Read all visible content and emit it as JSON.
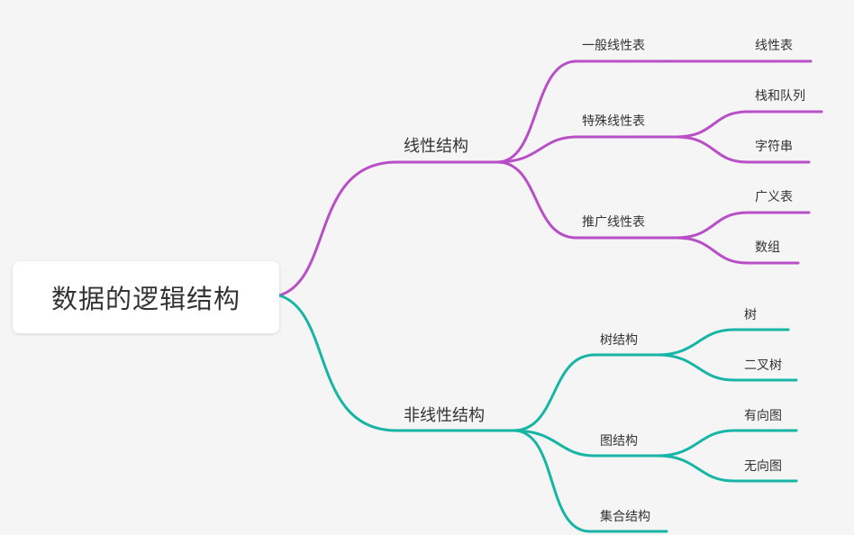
{
  "colors": {
    "background": "#f5f5f5",
    "linear_branch": "#b84fc6",
    "nonlinear_branch": "#16b5a5",
    "text": "#333333"
  },
  "root": {
    "label": "数据的逻辑结构"
  },
  "linear": {
    "label": "线性结构",
    "children": [
      {
        "label": "一般线性表",
        "children": [
          "线性表"
        ]
      },
      {
        "label": "特殊线性表",
        "children": [
          "栈和队列",
          "字符串"
        ]
      },
      {
        "label": "推广线性表",
        "children": [
          "广义表",
          "数组"
        ]
      }
    ]
  },
  "nonlinear": {
    "label": "非线性结构",
    "children": [
      {
        "label": "树结构",
        "children": [
          "树",
          "二叉树"
        ]
      },
      {
        "label": "图结构",
        "children": [
          "有向图",
          "无向图"
        ]
      },
      {
        "label": "集合结构",
        "children": []
      }
    ]
  }
}
